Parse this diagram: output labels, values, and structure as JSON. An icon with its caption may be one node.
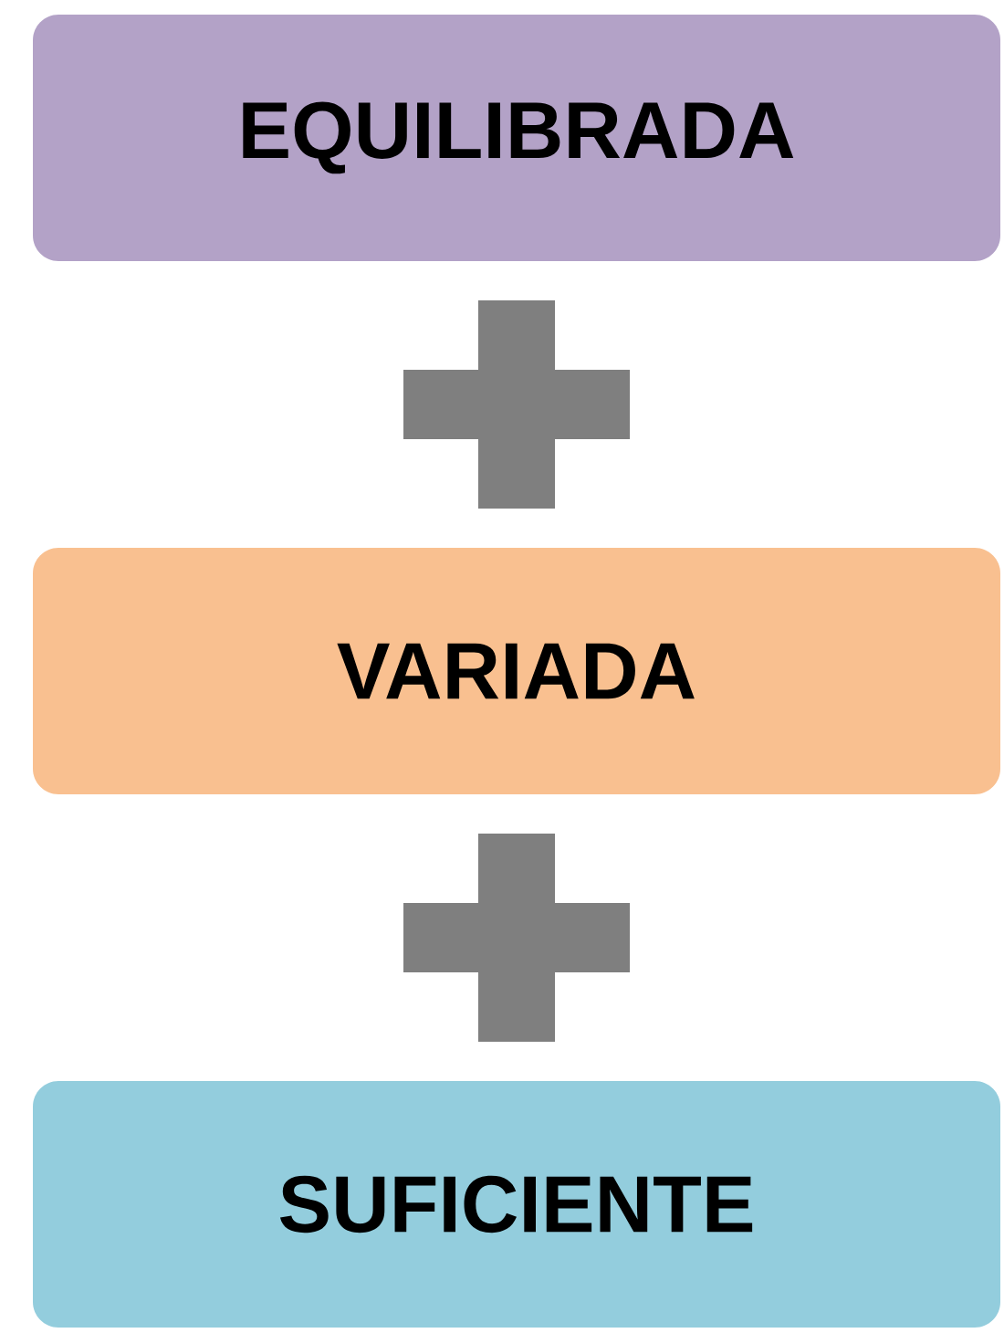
{
  "diagram": {
    "nodes": [
      {
        "text": [
          "EQUILIBRADA"
        ]
      },
      {
        "text": [
          "VARIADA"
        ]
      },
      {
        "text": [
          "SUFICIENTE"
        ]
      }
    ]
  }
}
